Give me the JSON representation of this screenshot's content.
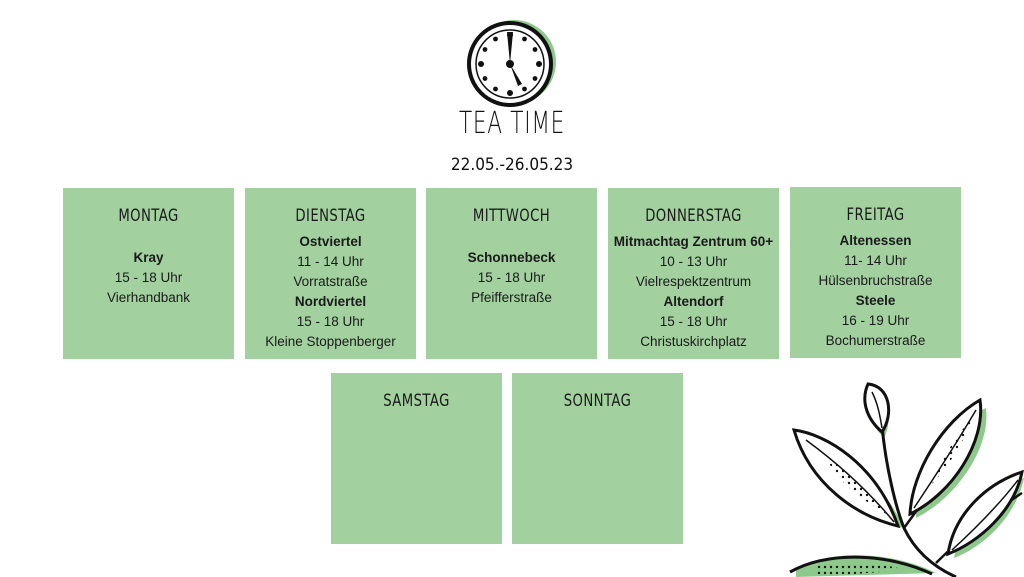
{
  "header": {
    "title": "TEA TIME",
    "date_range": "22.05.-26.05.23"
  },
  "days": [
    {
      "name": "MONTAG",
      "entries": [
        {
          "location": "Kray",
          "time": "15 - 18 Uhr",
          "place": "Vierhandbank"
        }
      ]
    },
    {
      "name": "DIENSTAG",
      "entries": [
        {
          "location": "Ostviertel",
          "time": "11 - 14 Uhr",
          "place": "Vorratstraße"
        },
        {
          "location": "Nordviertel",
          "time": "15 - 18 Uhr",
          "place": "Kleine Stoppenberger"
        }
      ]
    },
    {
      "name": "MITTWOCH",
      "entries": [
        {
          "location": "Schonnebeck",
          "time": "15 - 18 Uhr",
          "place": "Pfeifferstraße"
        }
      ]
    },
    {
      "name": "DONNERSTAG",
      "entries": [
        {
          "location": "Mitmachtag Zentrum 60+",
          "time": "10 - 13 Uhr",
          "place": "Vielrespektzentrum"
        },
        {
          "location": "Altendorf",
          "time": "15 - 18 Uhr",
          "place": "Christuskirchplatz"
        }
      ]
    },
    {
      "name": "FREITAG",
      "entries": [
        {
          "location": "Altenessen",
          "time": "11- 14 Uhr",
          "place": "Hülsenbruchstraße"
        },
        {
          "location": "Steele",
          "time": "16 - 19 Uhr",
          "place": "Bochumerstraße"
        }
      ]
    },
    {
      "name": "SAMSTAG",
      "entries": []
    },
    {
      "name": "SONNTAG",
      "entries": []
    }
  ],
  "colors": {
    "card": "#a2d19f",
    "accent_green": "#8cc98a",
    "ink": "#1a1a1a"
  },
  "icons": [
    "clock-icon",
    "tea-leaves-illustration"
  ]
}
